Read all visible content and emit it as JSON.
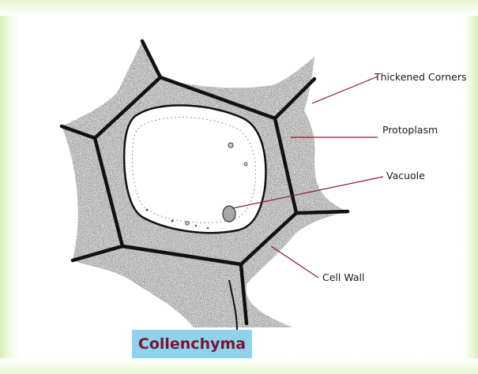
{
  "labels": {
    "thickened_corners": "Thickened Corners",
    "protoplasm": "Protoplasm",
    "vacuole": "Vacuole",
    "cell_wall": "Cell Wall"
  },
  "title": "Collenchyma",
  "colors": {
    "stipple": "#8a8a8a",
    "cell_fill": "#e4e4e4",
    "wall": "#111111",
    "pointer_line": "#8b1a2a",
    "title_background": "#8ed2ec",
    "title_text": "#7a1530",
    "border_green": "#d9f0b8"
  }
}
